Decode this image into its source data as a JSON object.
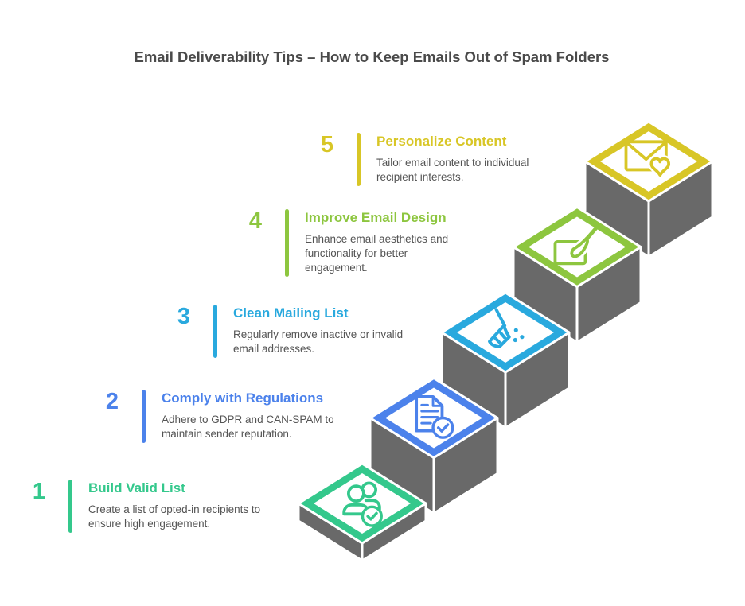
{
  "title": "Email Deliverability Tips – How to Keep Emails Out of Spam Folders",
  "steps": [
    {
      "number": "1",
      "heading": "Build Valid List",
      "description": "Create a list of opted-in recipients to ensure high engagement.",
      "color": "#34c88c",
      "icon": "users-check-icon"
    },
    {
      "number": "2",
      "heading": "Comply with Regulations",
      "description": "Adhere to GDPR and CAN-SPAM to maintain sender reputation.",
      "color": "#4c82eb",
      "icon": "document-check-icon"
    },
    {
      "number": "3",
      "heading": "Clean Mailing List",
      "description": "Regularly remove inactive or invalid email addresses.",
      "color": "#29a9de",
      "icon": "broom-icon"
    },
    {
      "number": "4",
      "heading": "Improve Email Design",
      "description": "Enhance email aesthetics and functionality for better engagement.",
      "color": "#8dc63f",
      "icon": "paintbrush-icon"
    },
    {
      "number": "5",
      "heading": "Personalize Content",
      "description": "Tailor email content to individual recipient interests.",
      "color": "#d8c626",
      "icon": "envelope-heart-icon"
    }
  ],
  "colors": {
    "title_text": "#4a4a4a",
    "body_text": "#545454",
    "block_gray": "#696969",
    "background": "#ffffff"
  }
}
